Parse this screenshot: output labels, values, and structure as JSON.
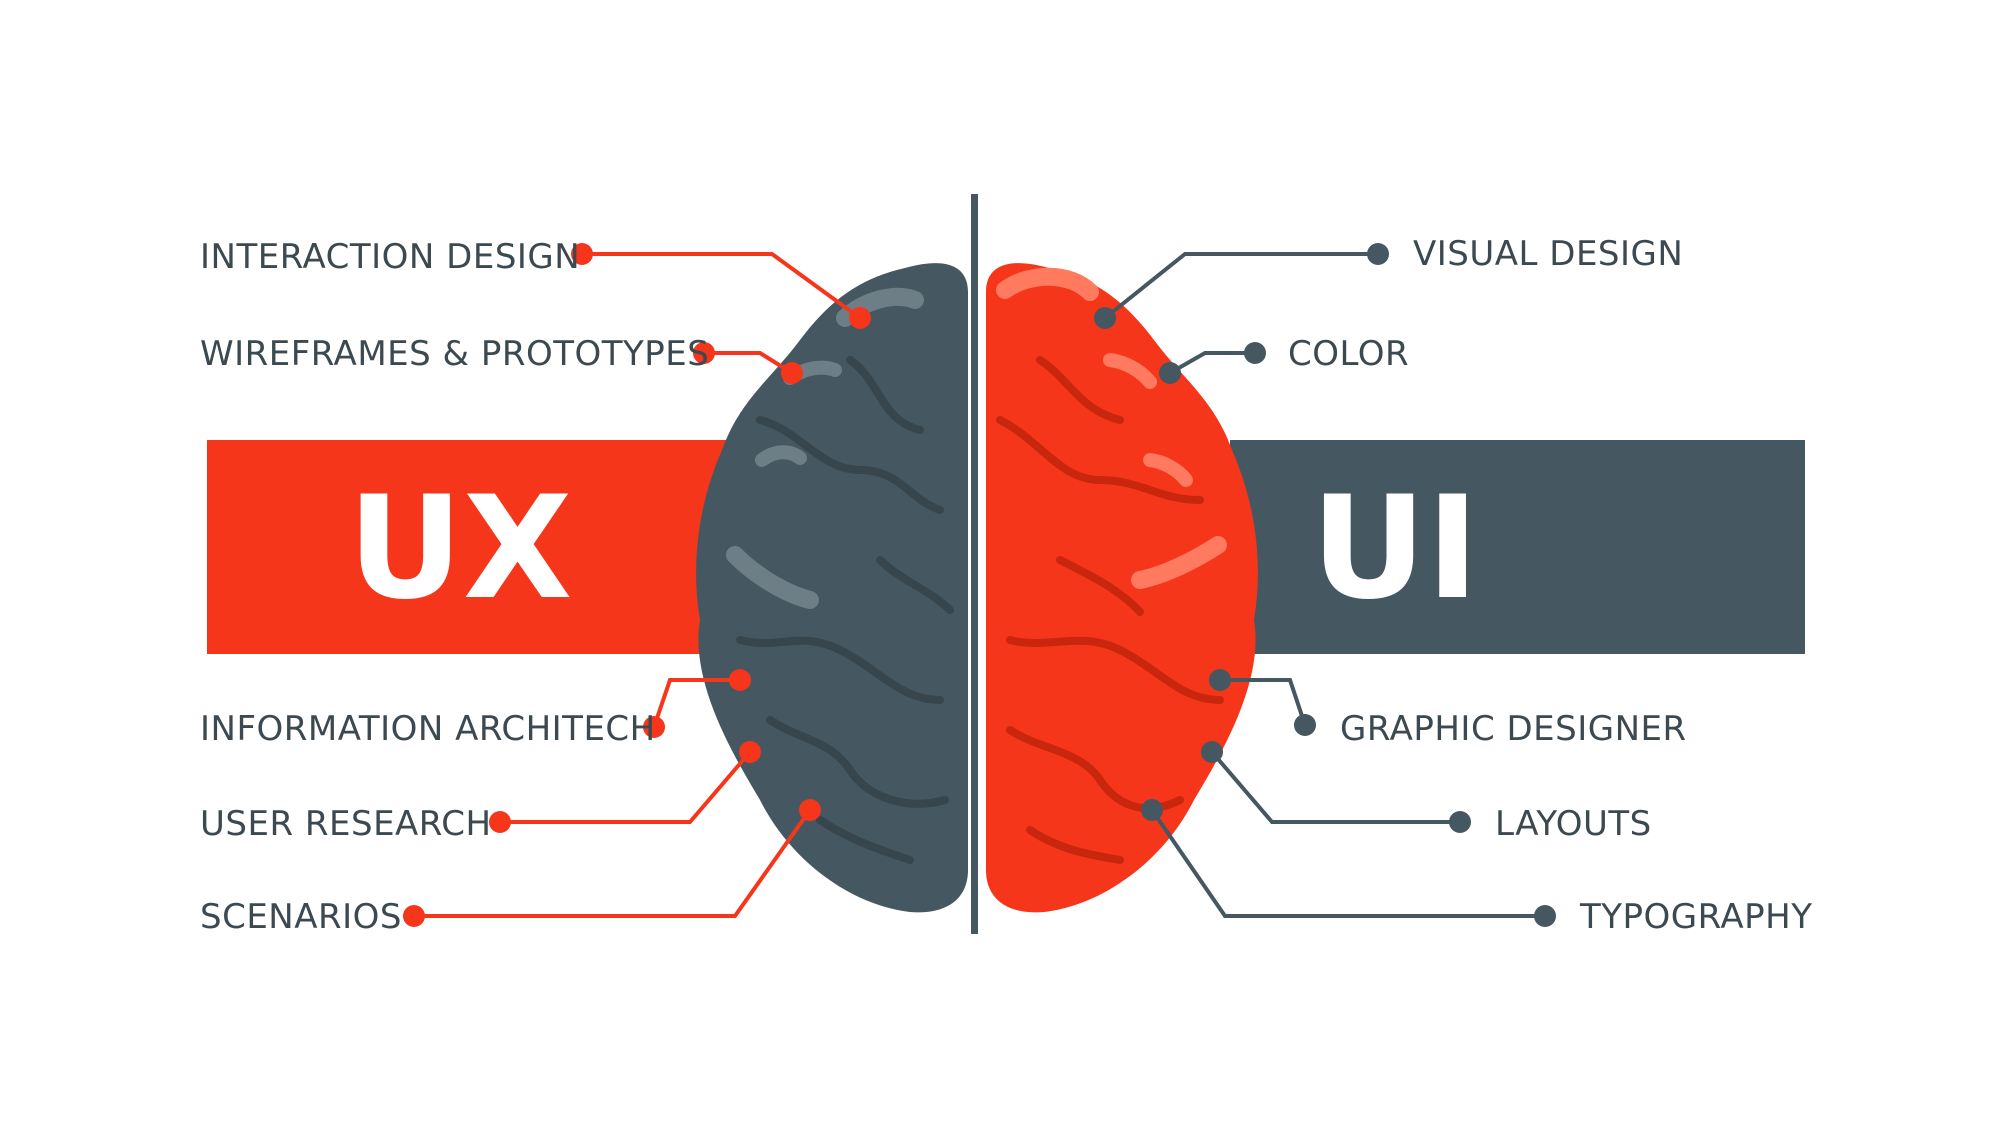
{
  "colors": {
    "ux_accent": "#f5361b",
    "ui_accent": "#455760",
    "label_text": "#3d4950",
    "background": "#ffffff"
  },
  "banners": {
    "ux": "UX",
    "ui": "UI"
  },
  "labels": {
    "interaction_design": "INTERACTION DESIGN",
    "wireframes_prototypes": "WIREFRAMES & PROTOTYPES",
    "information_architech": "INFORMATION ARCHITECH",
    "user_research": "USER RESEARCH",
    "scenarios": "SCENARIOS",
    "visual_design": "VISUAL DESIGN",
    "color": "COLOR",
    "graphic_designer": "GRAPHIC DESIGNER",
    "layouts": "LAYOUTS",
    "typography": "TYPOGRAPHY"
  }
}
